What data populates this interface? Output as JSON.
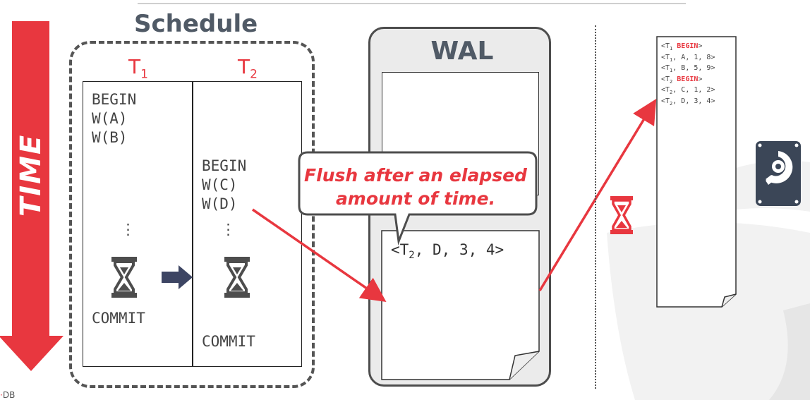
{
  "schedule": {
    "title": "Schedule",
    "t1": {
      "name": "T",
      "sub": "1"
    },
    "t2": {
      "name": "T",
      "sub": "2"
    },
    "t1_ops": [
      "BEGIN",
      "W(A)",
      "W(B)"
    ],
    "t1_dots": "⋮",
    "t1_commit": "COMMIT",
    "t2_ops": [
      "BEGIN",
      "W(C)",
      "W(D)"
    ],
    "t2_dots": "⋮",
    "t2_commit": "COMMIT"
  },
  "time_label": "TIME",
  "wal": {
    "title": "WAL",
    "entry_prefix": "<T",
    "entry_sub": "2",
    "entry_suffix": ", D, 3, 4>"
  },
  "callout": {
    "line1": "Flush after an elapsed",
    "line2": "amount of time."
  },
  "disk_log": {
    "lines": [
      {
        "pre": "<T",
        "sub": "1",
        "kw": " BEGIN",
        "post": ">"
      },
      {
        "pre": "<T",
        "sub": "1",
        "kw": "",
        "post": ", A, 1, 8>"
      },
      {
        "pre": "<T",
        "sub": "1",
        "kw": "",
        "post": ", B, 5, 9>"
      },
      {
        "pre": "<T",
        "sub": "2",
        "kw": " BEGIN",
        "post": ">"
      },
      {
        "pre": "<T",
        "sub": "2",
        "kw": "",
        "post": ", C, 1, 2>"
      },
      {
        "pre": "<T",
        "sub": "2",
        "kw": "",
        "post": ", D, 3, 4>"
      }
    ]
  },
  "footer_fragment": "DB",
  "colors": {
    "accent": "#e8373f",
    "dark": "#4d4d4d",
    "navy": "#3d4563",
    "disk": "#3b4657"
  },
  "icons": [
    "hourglass-icon",
    "right-arrow-icon",
    "hard-disk-icon"
  ]
}
